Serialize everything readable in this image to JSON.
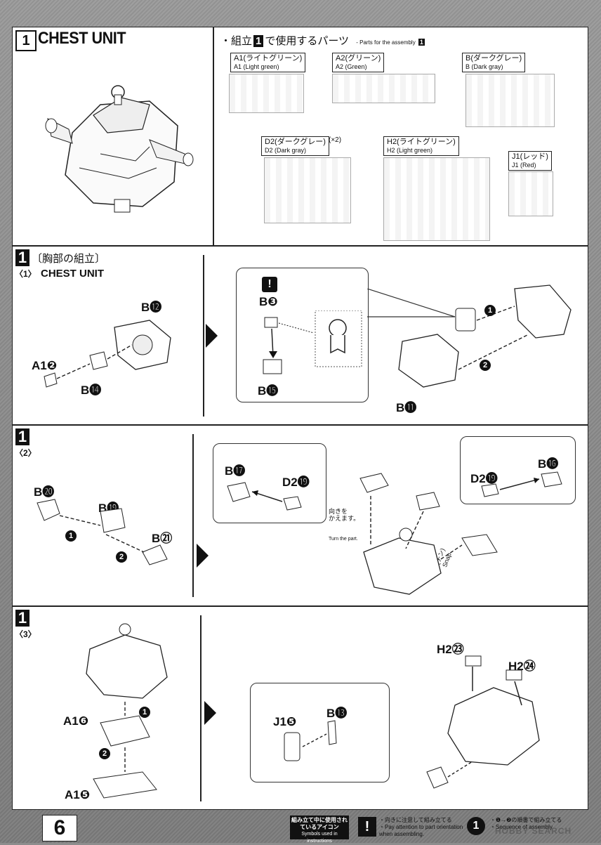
{
  "header": {
    "step_number": "1",
    "title": "CHEST UNIT"
  },
  "parts_section": {
    "title_jp_pre": "・組立",
    "title_step": "1",
    "title_jp_post": "で使用するパーツ",
    "title_en_pre": "- Parts for the assembly",
    "title_en_step": "1",
    "runners": [
      {
        "jp": "A1(ライトグリーン)",
        "en": "A1 (Light green)",
        "count": ""
      },
      {
        "jp": "A2(グリーン)",
        "en": "A2 (Green)",
        "count": ""
      },
      {
        "jp": "B(ダークグレー)",
        "en": "B (Dark gray)",
        "count": ""
      },
      {
        "jp": "D2(ダークグレー)",
        "en": "D2 (Dark gray)",
        "count": "(×2)"
      },
      {
        "jp": "H2(ライトグリーン)",
        "en": "H2 (Light green)",
        "count": ""
      },
      {
        "jp": "J1(レッド)",
        "en": "J1 (Red)",
        "count": ""
      }
    ]
  },
  "substep1": {
    "step": "1",
    "title_jp": "〔胸部の組立〕",
    "sub": "〈1〉",
    "title_en": "CHEST UNIT",
    "labels": {
      "b12": "B⓬",
      "a1_2": "A1❷",
      "b14": "B⓮",
      "b3": "B❸",
      "b15": "B⓯",
      "b11": "B⓫"
    },
    "seq": [
      "1",
      "2"
    ]
  },
  "substep2": {
    "step": "1",
    "sub": "〈2〉",
    "labels": {
      "b20": "B⓴",
      "b19": "B⓳",
      "b21": "B㉑",
      "b17": "B⓱",
      "d2_19a": "D2⓳",
      "d2_19b": "D2⓳",
      "b16": "B⓰"
    },
    "turn_jp": "向きを\nかえます。",
    "turn_en": "Turn the part.",
    "snap": "(チン)\nSnap",
    "seq": [
      "1",
      "2"
    ]
  },
  "substep3": {
    "step": "1",
    "sub": "〈3〉",
    "labels": {
      "a1_6": "A1❻",
      "a1_5": "A1❺",
      "j1_5": "J1❺",
      "b13": "B⓭",
      "h2_23": "H2㉓",
      "h2_24": "H2㉔"
    },
    "seq": [
      "1",
      "2"
    ]
  },
  "footer": {
    "page": "6",
    "icon_title_jp": "組み立て中に使用されているアイコン",
    "icon_title_en": "Symbols used in instructions",
    "attention_jp": "・向きに注意して組み立てる",
    "attention_en": "・Pay attention to part orientation when assembling.",
    "order_jp": "・❶→❷の順番で組み立てる",
    "order_en": "・Sequence of assembly",
    "watermark": "HOBBY SEARCH"
  }
}
